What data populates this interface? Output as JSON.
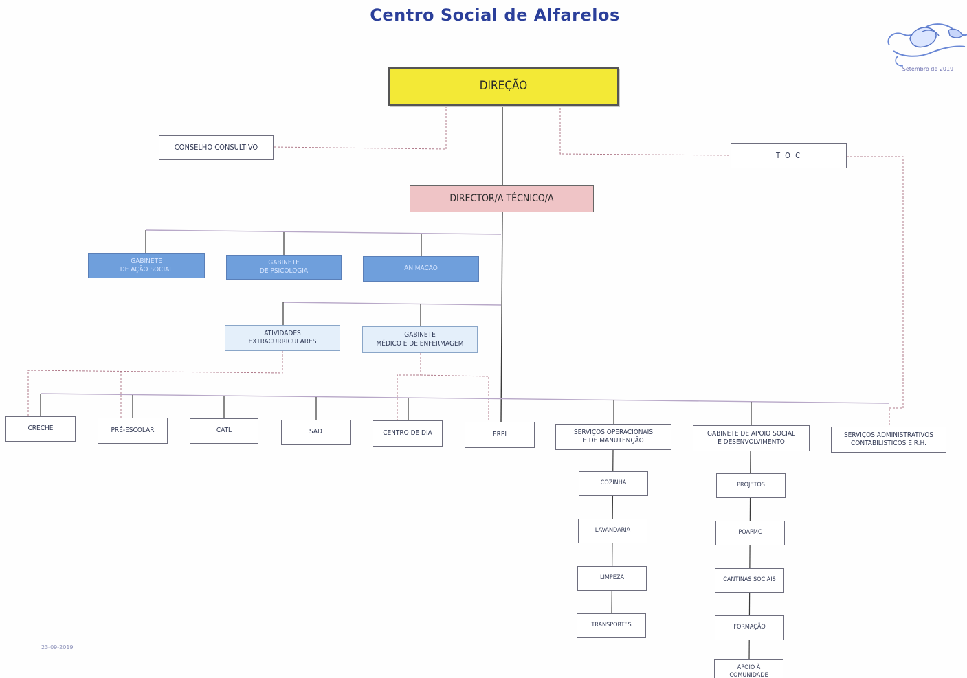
{
  "title": "Centro Social de Alfarelos",
  "logo": {
    "date": "Setembro de 2019",
    "icon": "hands-logo"
  },
  "footnote": "23-09-2019",
  "nodes": {
    "direcao": "DIREÇÃO",
    "conselho": "CONSELHO CONSULTIVO",
    "toc": "T O C",
    "diretor_tecnico": "DIRECTOR/A TÉCNICO/A",
    "gabinete_acao_social": "GABINETE\nDE AÇÃO SOCIAL",
    "gabinete_psicologia": "GABINETE\nDE PSICOLOGIA",
    "animacao": "ANIMAÇÃO",
    "atividades": "ATIVIDADES\nEXTRACURRICULARES",
    "gabinete_medico": "GABINETE\nMÉDICO E DE ENFERMAGEM",
    "creche": "CRECHE",
    "pre_escolar": "PRÉ-ESCOLAR",
    "catl": "CATL",
    "sad": "SAD",
    "centro_dia": "CENTRO DE DIA",
    "erpi": "ERPI",
    "servicos_operacionais": "SERVIÇOS OPERACIONAIS\nE DE MANUTENÇÃO",
    "gabinete_apoio_social": "GABINETE DE APOIO SOCIAL\nE DESENVOLVIMENTO",
    "servicos_administrativos": "SERVIÇOS ADMINISTRATIVOS\nCONTABILISTICOS E R.H.",
    "cozinha": "COZINHA",
    "lavandaria": "LAVANDARIA",
    "limpeza": "LIMPEZA",
    "transportes": "TRANSPORTES",
    "projetos": "PROJETOS",
    "poapmc": "POAPMC",
    "cantinas_sociais": "CANTINAS SOCIAIS",
    "formacao": "FORMAÇÃO",
    "apoio_comunidade": "APOIO À\nCOMUNIDADE"
  },
  "colors": {
    "title": "#2b3f9a",
    "direcao_fill": "#f3e936",
    "diretor_fill": "#efc4c6",
    "gabinete_fill": "#6f9fdc",
    "light_blue_fill": "#e4effa",
    "line": "#3a3a3a",
    "line_soft": "#b8a8c8",
    "dashed_line": "#b07a8a"
  }
}
